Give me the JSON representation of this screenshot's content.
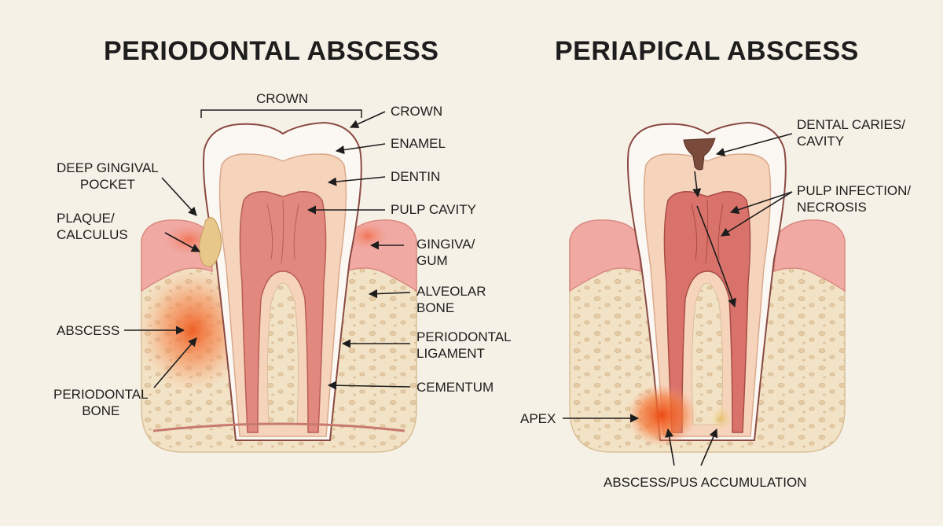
{
  "titles": {
    "left": "PERIODONTAL ABSCESS",
    "right": "PERIAPICAL ABSCESS"
  },
  "left_labels": {
    "crown_bracket": "CROWN",
    "crown": "CROWN",
    "enamel": "ENAMEL",
    "dentin": "DENTIN",
    "pulp_cavity": "PULP CAVITY",
    "gingiva": [
      "GINGIVA/",
      "GUM"
    ],
    "alveolar_bone": [
      "ALVEOLAR",
      "BONE"
    ],
    "periodontal_ligament": [
      "PERIODONTAL",
      "LIGAMENT"
    ],
    "cementum": "CEMENTUM",
    "deep_gingival_pocket": [
      "DEEP GINGIVAL",
      "POCKET"
    ],
    "plaque_calculus": [
      "PLAQUE/",
      "CALCULUS"
    ],
    "abscess": "ABSCESS",
    "periodontal_bone": [
      "PERIODONTAL",
      "BONE"
    ]
  },
  "right_labels": {
    "dental_caries": [
      "DENTAL CARIES/",
      "CAVITY"
    ],
    "pulp_infection": [
      "PULP INFECTION/",
      "NECROSIS"
    ],
    "apex": "APEX",
    "abscess_pus": "ABSCESS/PUS ACCUMULATION"
  },
  "colors": {
    "background": "#f6f1e6",
    "gum": "#f0a9a3",
    "bone": "#f3e3c6",
    "enamel": "#fbf8f4",
    "dentin": "#f6d4bc",
    "pulp": "#e2897f",
    "abscess": "#ee6a2c",
    "caries": "#7a4a3a",
    "outline": "#8a4a42"
  }
}
